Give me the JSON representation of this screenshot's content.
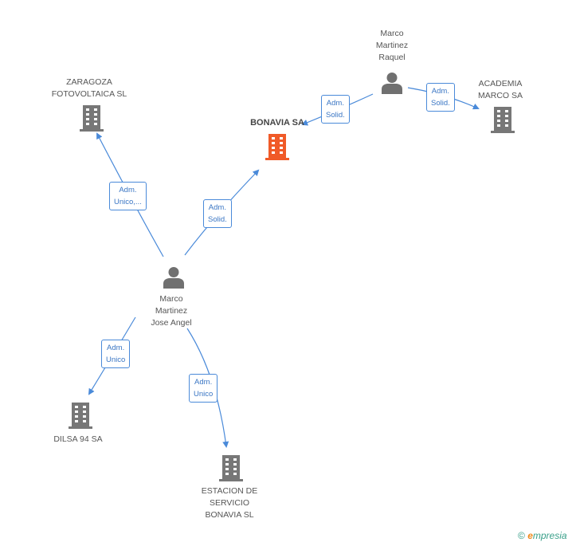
{
  "colors": {
    "edge": "#4a8ad9",
    "building": "#777777",
    "building_main": "#f05a28",
    "person": "#707070"
  },
  "nodes": {
    "marco_raquel": {
      "label": "Marco\nMartinez\nRaquel",
      "icon": "person-icon"
    },
    "zaragoza": {
      "label": "ZARAGOZA\nFOTOVOLTAICA SL",
      "icon": "building-icon"
    },
    "bonavia": {
      "label": "BONAVIA SA",
      "icon": "building-icon"
    },
    "academia": {
      "label": "ACADEMIA\nMARCO SA",
      "icon": "building-icon"
    },
    "marco_jose": {
      "label": "Marco\nMartinez\nJose Angel",
      "icon": "person-icon"
    },
    "dilsa": {
      "label": "DILSA 94 SA",
      "icon": "building-icon"
    },
    "estacion": {
      "label": "ESTACION DE\nSERVICIO\nBONAVIA  SL",
      "icon": "building-icon"
    }
  },
  "edges": {
    "raquel_bonavia": "Adm.\nSolid.",
    "raquel_academia": "Adm.\nSolid.",
    "jose_zaragoza": "Adm.\nUnico,...",
    "jose_bonavia": "Adm.\nSolid.",
    "jose_dilsa": "Adm.\nUnico",
    "jose_estacion": "Adm.\nUnico"
  },
  "footer": {
    "copyright": "©",
    "brand_initial": "e",
    "brand_rest": "mpresia"
  }
}
